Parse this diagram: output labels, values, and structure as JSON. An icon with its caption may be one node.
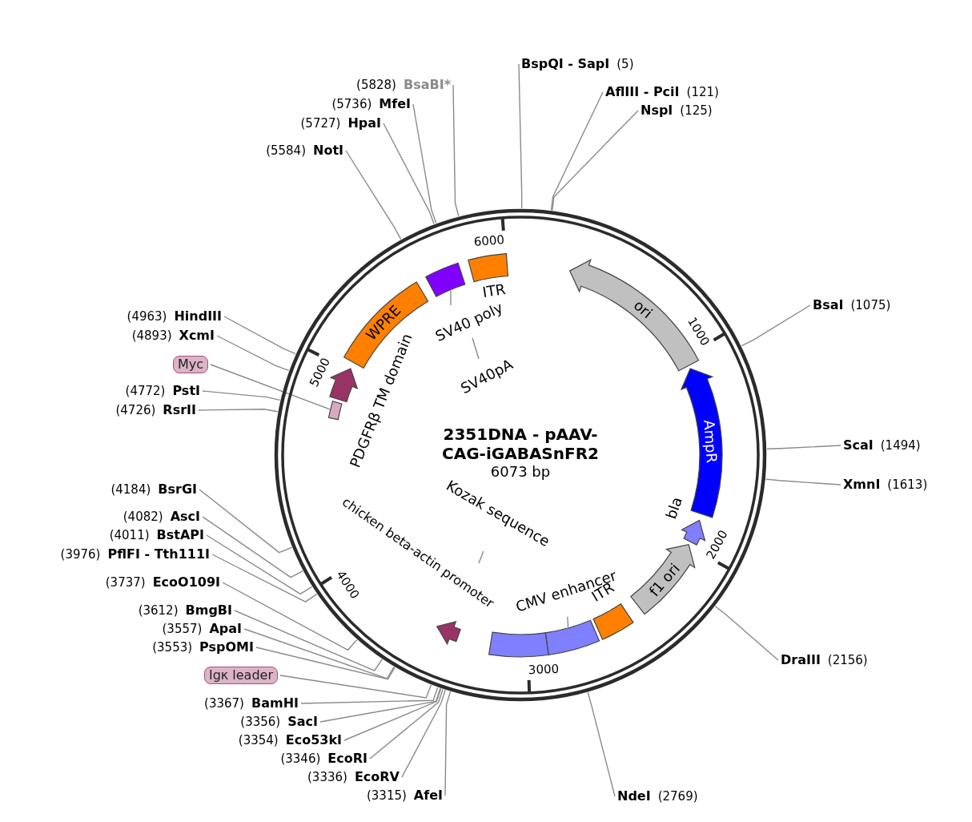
{
  "diagram": {
    "nodes": [
      {
        "text": [
          "2351DNA - pAAV-CAG-iGABASnFR2",
          "6073 bp"
        ]
      },
      {
        "text": [
          "ITR"
        ],
        "in": 0
      },
      {
        "text": [
          "ori"
        ],
        "in": 0
      },
      {
        "text": [
          "AmpR"
        ],
        "in": 0
      },
      {
        "text": [
          "bla"
        ],
        "in": 0
      },
      {
        "text": [
          "f1 ori"
        ],
        "in": 0
      },
      {
        "text": [
          "ITR"
        ],
        "in": 0
      },
      {
        "text": [],
        "shape": "bar",
        "in": 0
      },
      {
        "text": [
          "chicken beta-actin promoter"
        ],
        "in": 0
      },
      {
        "text": [],
        "shape": "arrow",
        "in": 0
      },
      {
        "text": [],
        "shape": "bar",
        "in": 0
      },
      {
        "text": [
          "PDGFRβ TM domain"
        ],
        "in": 0
      },
      {
        "text": [
          "WPRE"
        ],
        "in": 0
      },
      {
        "text": [],
        "shape": "box",
        "in": 0
      },
      {
        "text": [
          "CMV enhancer"
        ],
        "in": 0
      },
      {
        "text": [
          "Kozak sequence"
        ],
        "in": 0
      },
      {
        "text": [
          "SV40 poly"
        ],
        "in": 0
      },
      {
        "text": [
          "SV40pA"
        ],
        "in": 0
      },
      {
        "text": [
          "Igκ leader"
        ]
      },
      {
        "text": [
          "Myc"
        ]
      },
      {
        "text": [
          "(5828)",
          "BsaBI*"
        ]
      },
      {
        "text": [
          "(5736)",
          "MfeI"
        ]
      },
      {
        "text": [
          "(5727)",
          "HpaI"
        ]
      },
      {
        "text": [
          "(5584)",
          "NotI"
        ]
      },
      {
        "text": [
          "BspQI - SapI",
          "(5)"
        ]
      },
      {
        "text": [
          "AflIII - PciI",
          "(121)"
        ]
      },
      {
        "text": [
          "NspI",
          "(125)"
        ]
      },
      {
        "text": [
          "BsaI",
          "(1075)"
        ]
      },
      {
        "text": [
          "(4963)",
          "HindIII"
        ]
      },
      {
        "text": [
          "(4893)",
          "XcmI"
        ]
      },
      {
        "text": [
          "(4772)",
          "PstI"
        ]
      },
      {
        "text": [
          "(4726)",
          "RsrII"
        ]
      },
      {
        "text": [
          "ScaI",
          "(1494)"
        ]
      },
      {
        "text": [
          "XmnI",
          "(1613)"
        ]
      },
      {
        "text": [
          "(4184)",
          "BsrGI"
        ]
      },
      {
        "text": [
          "(4082)",
          "AscI"
        ]
      },
      {
        "text": [
          "(4011)",
          "BstAPI"
        ]
      },
      {
        "text": [
          "(3976)",
          "PflFI - Tth111I"
        ]
      },
      {
        "text": [
          "(3737)",
          "EcoO109I"
        ]
      },
      {
        "text": [
          "(3612)",
          "BmgBI"
        ]
      },
      {
        "text": [
          "(3557)",
          "ApaI"
        ]
      },
      {
        "text": [
          "(3553)",
          "PspOMI"
        ]
      },
      {
        "text": [
          "DraIII",
          "(2156)"
        ]
      },
      {
        "text": [
          "(3367)",
          "BamHI"
        ]
      },
      {
        "text": [
          "(3356)",
          "SacI"
        ]
      },
      {
        "text": [
          "(3354)",
          "Eco53kI"
        ]
      },
      {
        "text": [
          "(3346)",
          "EcoRI"
        ]
      },
      {
        "text": [
          "(3336)",
          "EcoRV"
        ]
      },
      {
        "text": [
          "(3315)",
          "AfeI"
        ]
      },
      {
        "text": [
          "NdeI",
          "(2769)"
        ]
      }
    ],
    "edges": [
      {
        "from": 20,
        "to": 0,
        "arrow": "none"
      },
      {
        "from": 21,
        "to": 0,
        "arrow": "none"
      },
      {
        "from": 22,
        "to": 0,
        "arrow": "none"
      },
      {
        "from": 23,
        "to": 0,
        "arrow": "none"
      },
      {
        "from": 24,
        "to": 0,
        "arrow": "none"
      },
      {
        "from": 25,
        "to": 0,
        "arrow": "none"
      },
      {
        "from": 26,
        "to": 0,
        "arrow": "none"
      },
      {
        "from": 27,
        "to": 0,
        "arrow": "none"
      },
      {
        "from": 28,
        "to": 0,
        "arrow": "none"
      },
      {
        "from": 29,
        "to": 0,
        "arrow": "none"
      },
      {
        "from": 30,
        "to": 0,
        "arrow": "none"
      },
      {
        "from": 31,
        "to": 0,
        "arrow": "none"
      },
      {
        "from": 32,
        "to": 0,
        "arrow": "none"
      },
      {
        "from": 33,
        "to": 0,
        "arrow": "none"
      },
      {
        "from": 34,
        "to": 0,
        "arrow": "none"
      },
      {
        "from": 35,
        "to": 0,
        "arrow": "none"
      },
      {
        "from": 36,
        "to": 0,
        "arrow": "none"
      },
      {
        "from": 37,
        "to": 0,
        "arrow": "none"
      },
      {
        "from": 38,
        "to": 0,
        "arrow": "none"
      },
      {
        "from": 39,
        "to": 0,
        "arrow": "none"
      },
      {
        "from": 40,
        "to": 0,
        "arrow": "none"
      },
      {
        "from": 41,
        "to": 0,
        "arrow": "none"
      },
      {
        "from": 42,
        "to": 0,
        "arrow": "none"
      },
      {
        "from": 43,
        "to": 0,
        "arrow": "none"
      },
      {
        "from": 44,
        "to": 0,
        "arrow": "none"
      },
      {
        "from": 45,
        "to": 0,
        "arrow": "none"
      },
      {
        "from": 46,
        "to": 0,
        "arrow": "none"
      },
      {
        "from": 47,
        "to": 0,
        "arrow": "none"
      },
      {
        "from": 48,
        "to": 0,
        "arrow": "none"
      },
      {
        "from": 49,
        "to": 0,
        "arrow": "none"
      },
      {
        "from": 19,
        "to": 10,
        "arrow": "none"
      },
      {
        "from": 18,
        "to": 0,
        "arrow": "none"
      },
      {
        "from": 14,
        "to": 7,
        "arrow": "none"
      },
      {
        "from": 15,
        "to": 8,
        "arrow": "none"
      },
      {
        "from": 16,
        "to": 13,
        "arrow": "none"
      },
      {
        "from": 17,
        "to": 16,
        "arrow": "none"
      }
    ],
    "labels": [
      "1000",
      "2000",
      "3000",
      "4000",
      "5000",
      "6000"
    ]
  }
}
